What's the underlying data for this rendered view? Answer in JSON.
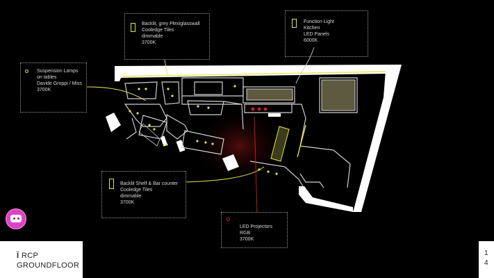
{
  "legends": [
    {
      "id": "plexiglass",
      "symbol": "rect-yellow",
      "lines": [
        "Backlit, grey Plexiglasswall",
        "Cooledge Tiles",
        "dimmable",
        "3700K"
      ]
    },
    {
      "id": "function-light",
      "symbol": "rect-yellow",
      "lines": [
        "Function Light",
        "Kitchen",
        "LED Panels",
        "6000K"
      ]
    },
    {
      "id": "suspension",
      "symbol": "circle-yellow",
      "lines": [
        "Suspension Lamps",
        "on tables",
        "Davide Groppi / Miss",
        "3700K"
      ]
    },
    {
      "id": "backlit-shelf",
      "symbol": "rect-yellow",
      "lines": [
        "Backlit Shelf & Bar counter",
        "Cooledge Tiles",
        "dimmable",
        "3700K"
      ]
    },
    {
      "id": "led-projectors",
      "symbol": "circle-red",
      "lines": [
        "LED Projectors",
        "RGB",
        "3700K"
      ]
    }
  ],
  "title": {
    "icon": "Ï",
    "line1": "RCP",
    "line2": "GROUNDFLOOR"
  },
  "page": {
    "line1": "1",
    "line2": "4"
  },
  "colors": {
    "background": "#000000",
    "wall": "#ffffff",
    "light_yellow": "#e6e64a",
    "projector_red": "#d02020",
    "leader": "#c8c8c8"
  },
  "icons": [
    "logo-badge-icon"
  ]
}
